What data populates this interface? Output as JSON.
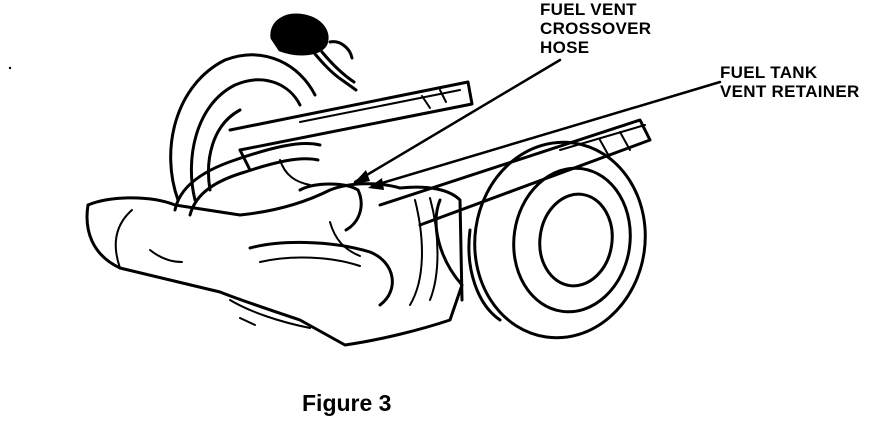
{
  "labels": {
    "crossover_hose": [
      "FUEL VENT",
      "CROSSOVER",
      "HOSE"
    ],
    "vent_retainer": [
      "FUEL TANK",
      "VENT RETAINER"
    ]
  },
  "caption": "Figure 3"
}
